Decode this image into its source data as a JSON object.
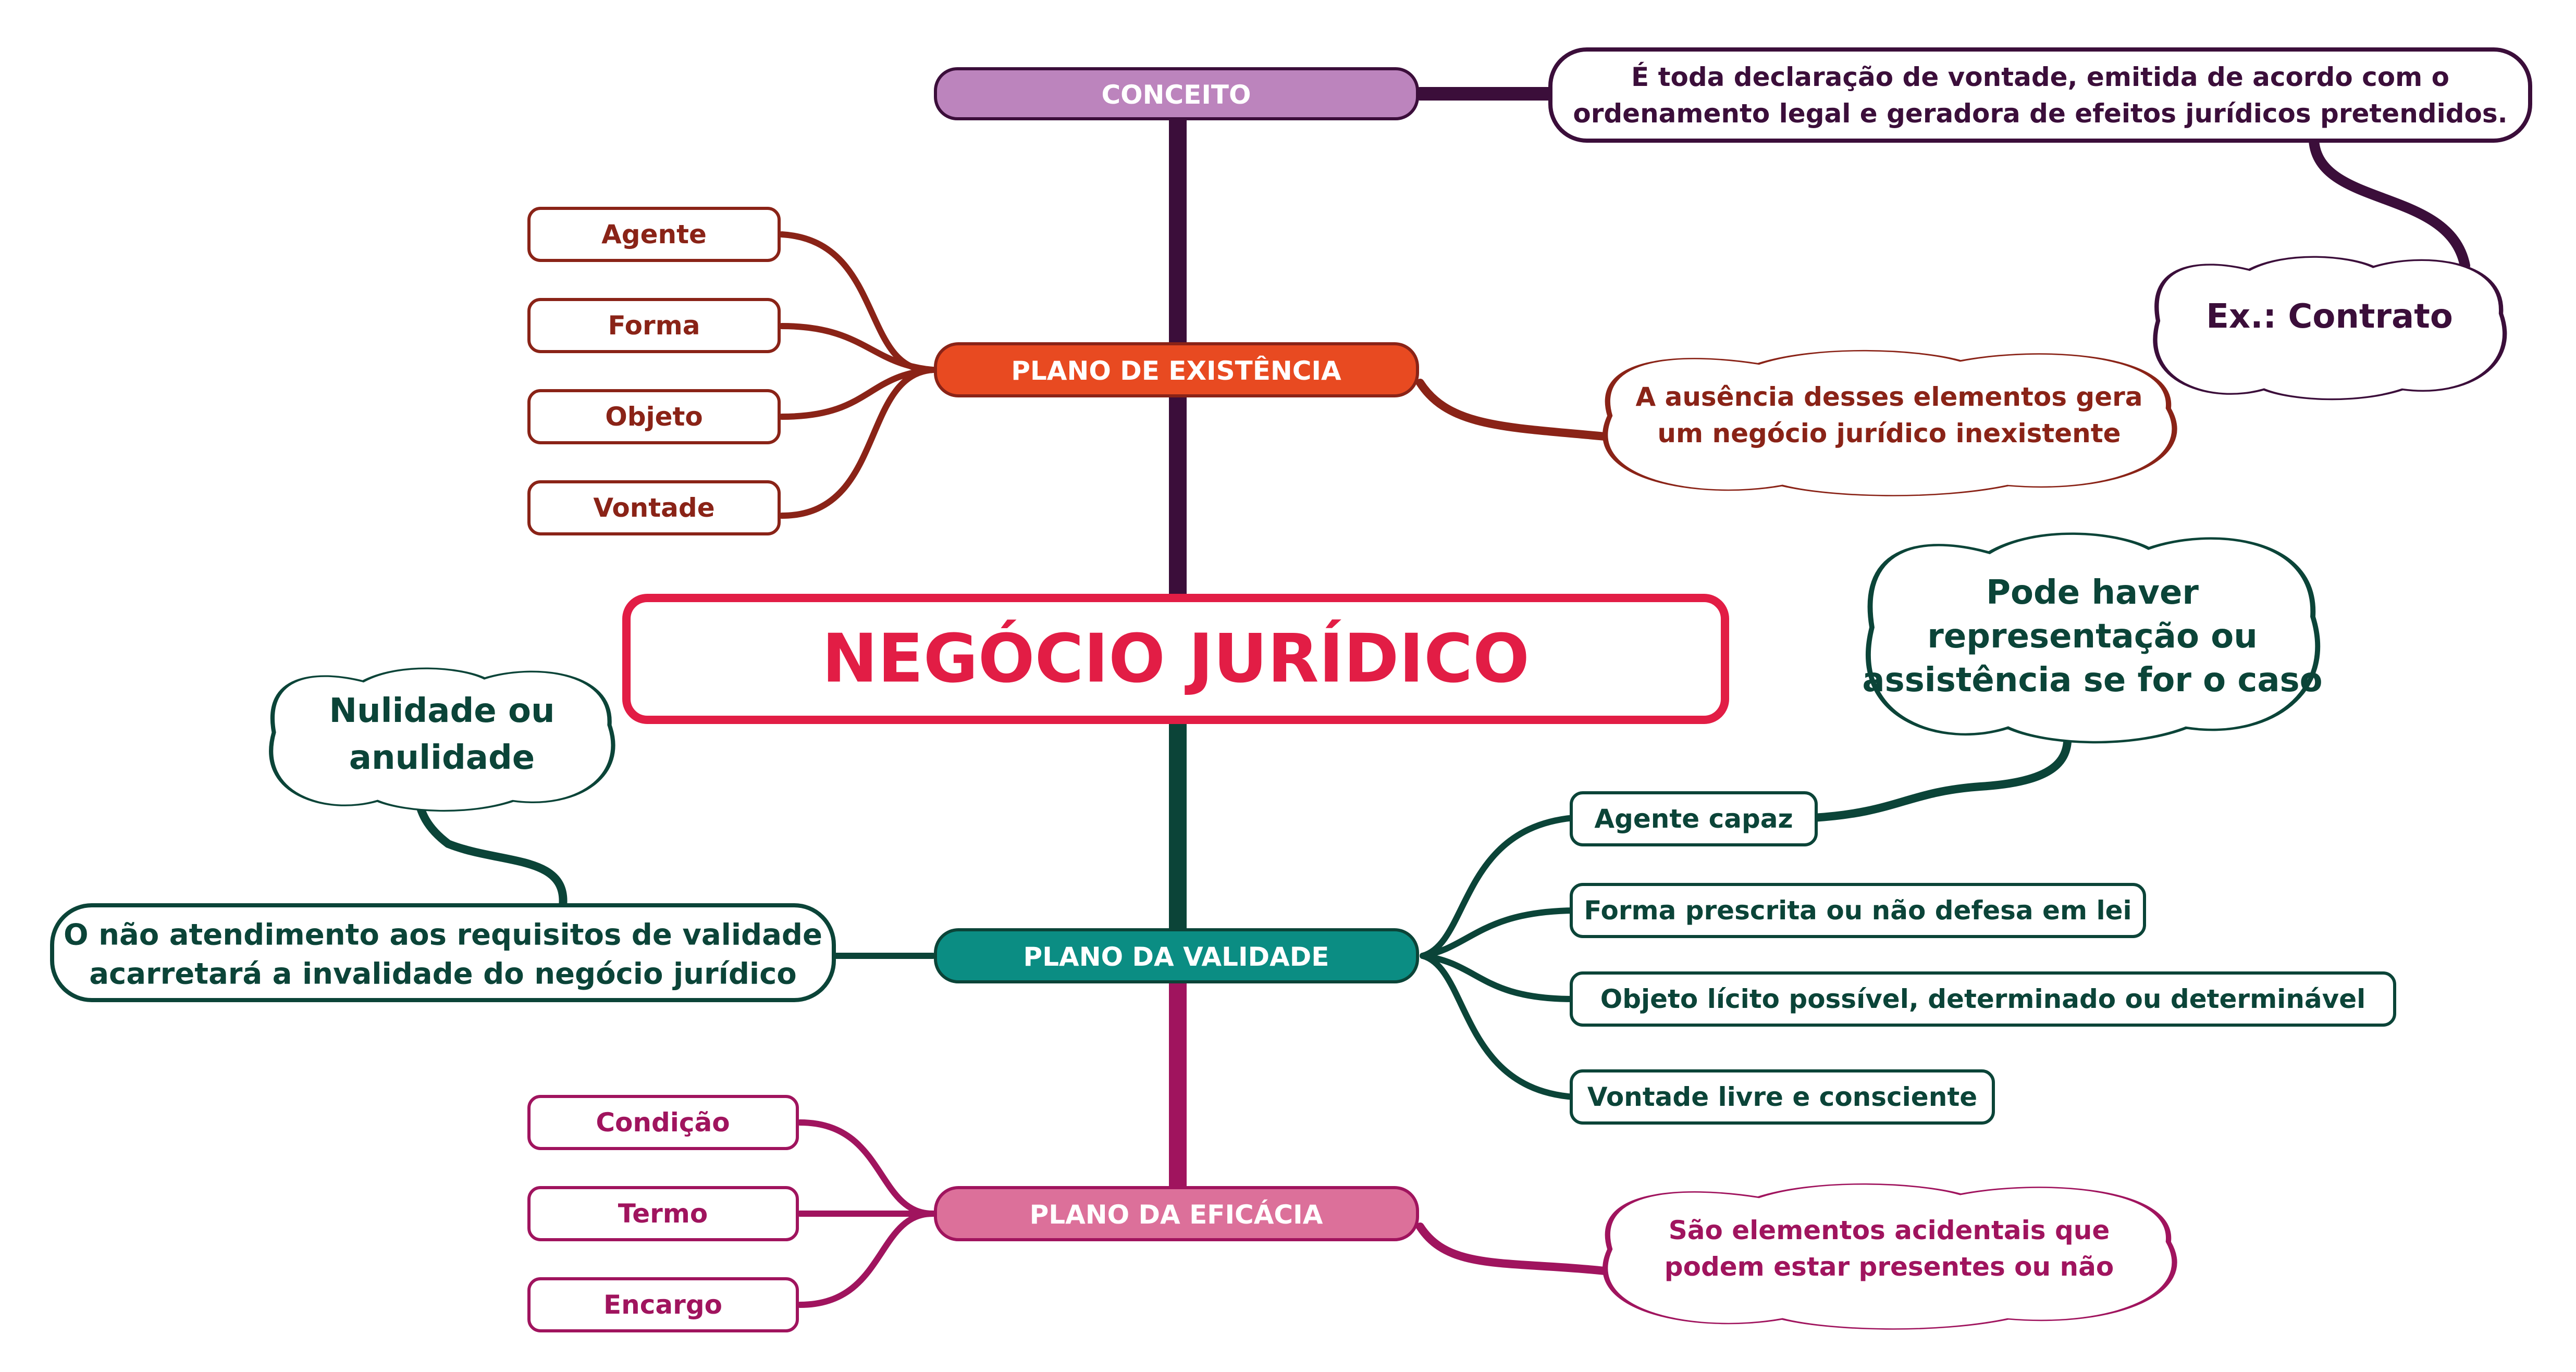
{
  "title": "NEGÓCIO JURÍDICO",
  "colors": {
    "title": "#e21d45",
    "conceito": "#bc84bd",
    "conceito_line": "#3b0e3a",
    "existencia": "#e84a21",
    "existencia_line": "#8a2317",
    "validade": "#0b8d83",
    "validade_line": "#0b4438",
    "eficacia": "#dc709a",
    "eficacia_line": "#a0145e"
  },
  "conceito": {
    "label": "CONCEITO",
    "definition": [
      "É toda declaração de vontade, emitida de acordo com o",
      "ordenamento legal e geradora de efeitos jurídicos pretendidos."
    ],
    "example": "Ex.: Contrato"
  },
  "existencia": {
    "label": "PLANO DE EXISTÊNCIA",
    "items": [
      "Agente",
      "Forma",
      "Objeto",
      "Vontade"
    ],
    "note": [
      "A ausência desses elementos gera",
      "um negócio jurídico inexistente"
    ]
  },
  "validade": {
    "label": "PLANO DA VALIDADE",
    "items": [
      "Agente capaz",
      "Forma prescrita ou não defesa em lei",
      "Objeto lícito possível, determinado ou determinável",
      "Vontade livre e consciente"
    ],
    "note": [
      "O não atendimento aos requisitos de validade",
      "acarretará a invalidade do negócio jurídico"
    ],
    "cloud": [
      "Nulidade ou",
      "anulidade"
    ],
    "agent_cloud": [
      "Pode haver",
      "representação ou",
      "assistência se for o caso"
    ]
  },
  "eficacia": {
    "label": "PLANO DA EFICÁCIA",
    "items": [
      "Condição",
      "Termo",
      "Encargo"
    ],
    "note": [
      "São elementos acidentais que",
      "podem estar presentes ou não"
    ]
  }
}
